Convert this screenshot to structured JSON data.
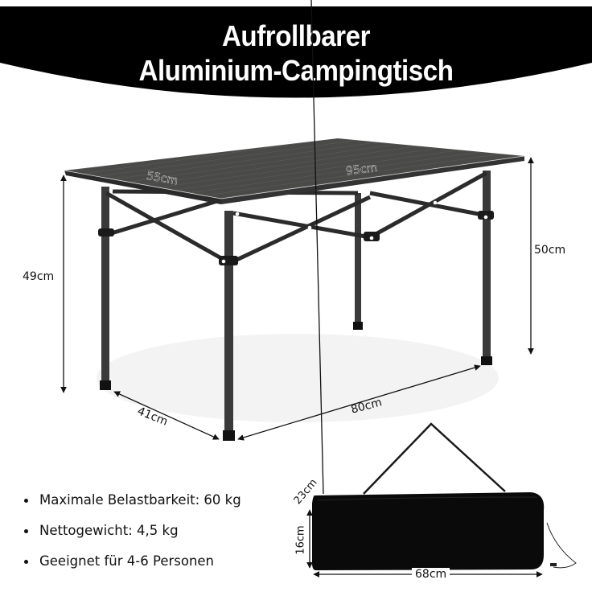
{
  "header": {
    "title_line1": "Aufrollbarer",
    "title_line2": "Aluminium-Campingtisch",
    "background_color": "#000000",
    "text_color": "#ffffff"
  },
  "table_dimensions": {
    "top_depth": "55cm",
    "top_width": "95cm",
    "total_height": "50cm",
    "leg_height": "49cm",
    "leg_depth": "41cm",
    "leg_width": "80cm"
  },
  "bag_dimensions": {
    "depth": "23cm",
    "height": "16cm",
    "length": "68cm"
  },
  "features": [
    {
      "icon": "bullet-icon",
      "text": "Maximale Belastbarkeit: 60 kg"
    },
    {
      "icon": "bullet-icon",
      "text": "Nettogewicht: 4,5 kg"
    },
    {
      "icon": "bullet-icon",
      "text": "Geeignet für 4-6 Personen"
    }
  ],
  "colors": {
    "tabletop": "#4a4a48",
    "frame": "#2b2b2b",
    "bag": "#0a0a0a"
  }
}
